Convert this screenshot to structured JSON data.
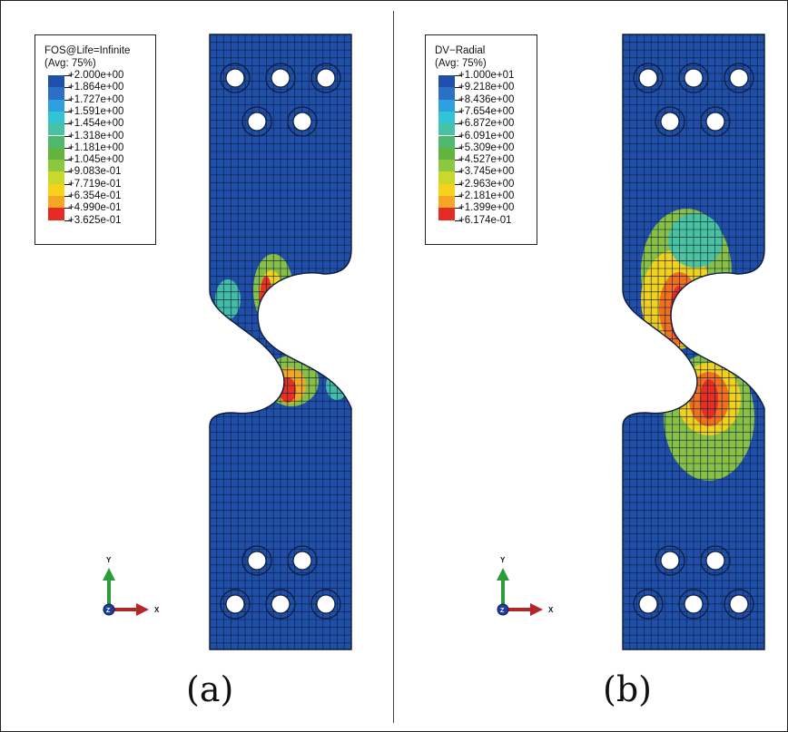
{
  "panels": [
    {
      "id": "a",
      "caption": "(a)",
      "legend": {
        "title": "FOS@Life=Infinite",
        "subtitle": "(Avg: 75%)",
        "labels": [
          "+2.000e+00",
          "+1.864e+00",
          "+1.727e+00",
          "+1.591e+00",
          "+1.454e+00",
          "+1.318e+00",
          "+1.181e+00",
          "+1.045e+00",
          "+9.083e-01",
          "+7.719e-01",
          "+6.354e-01",
          "+4.990e-01",
          "+3.625e-01"
        ],
        "colors": [
          "#1f4fa8",
          "#2b6fc6",
          "#2f9fe0",
          "#33c3d6",
          "#46c3a4",
          "#4fba6e",
          "#62b43e",
          "#8dc63f",
          "#c9d82a",
          "#f6d21b",
          "#f5a623",
          "#ef6a21",
          "#e52b24"
        ]
      },
      "axes": {
        "x": "X",
        "y": "Y",
        "z": "Z"
      }
    },
    {
      "id": "b",
      "caption": "(b)",
      "legend": {
        "title": "DV−Radial",
        "subtitle": "(Avg: 75%)",
        "labels": [
          "+1.000e+01",
          "+9.218e+00",
          "+8.436e+00",
          "+7.654e+00",
          "+6.872e+00",
          "+6.091e+00",
          "+5.309e+00",
          "+4.527e+00",
          "+3.745e+00",
          "+2.963e+00",
          "+2.181e+00",
          "+1.399e+00",
          "+6.174e-01"
        ],
        "colors": [
          "#1f4fa8",
          "#2b6fc6",
          "#2f9fe0",
          "#33c3d6",
          "#46c3a4",
          "#4fba6e",
          "#62b43e",
          "#8dc63f",
          "#c9d82a",
          "#f6d21b",
          "#f5a623",
          "#ef6a21",
          "#e52b24"
        ]
      },
      "axes": {
        "x": "X",
        "y": "Y",
        "z": "Z"
      }
    }
  ],
  "mesh_colors": {
    "base": "#1f4fa8",
    "line": "#0d1b3a"
  }
}
